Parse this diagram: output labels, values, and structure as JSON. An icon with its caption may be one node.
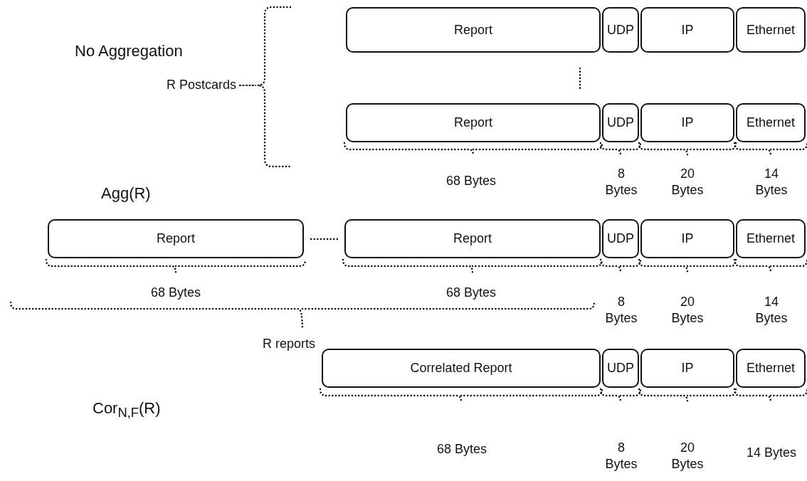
{
  "diagram": {
    "nodes": [
      {
        "text": [
          "Report"
        ]
      },
      {
        "text": [
          "UDP"
        ]
      },
      {
        "text": [
          "IP"
        ]
      },
      {
        "text": [
          "Ethernet"
        ]
      },
      {
        "text": [
          "Report"
        ]
      },
      {
        "text": [
          "UDP"
        ]
      },
      {
        "text": [
          "IP"
        ]
      },
      {
        "text": [
          "Ethernet"
        ]
      },
      {
        "text": [
          "Report"
        ]
      },
      {
        "text": [
          "Report"
        ]
      },
      {
        "text": [
          "UDP"
        ]
      },
      {
        "text": [
          "IP"
        ]
      },
      {
        "text": [
          "Ethernet"
        ]
      },
      {
        "text": [
          "Correlated Report"
        ]
      },
      {
        "text": [
          "UDP"
        ]
      },
      {
        "text": [
          "IP"
        ]
      },
      {
        "text": [
          "Ethernet"
        ]
      }
    ],
    "edges": [],
    "labels": [
      "No Aggregation",
      "R Postcards",
      "68 Bytes",
      "8 Bytes",
      "20 Bytes",
      "14 Bytes",
      "Agg(R)",
      "68 Bytes",
      "68 Bytes",
      "8 Bytes",
      "20 Bytes",
      "14 Bytes",
      "R reports",
      "Cor$_{N,F}$(R)",
      "68 Bytes",
      "8 Bytes",
      "20 Bytes",
      "14 Bytes"
    ]
  }
}
